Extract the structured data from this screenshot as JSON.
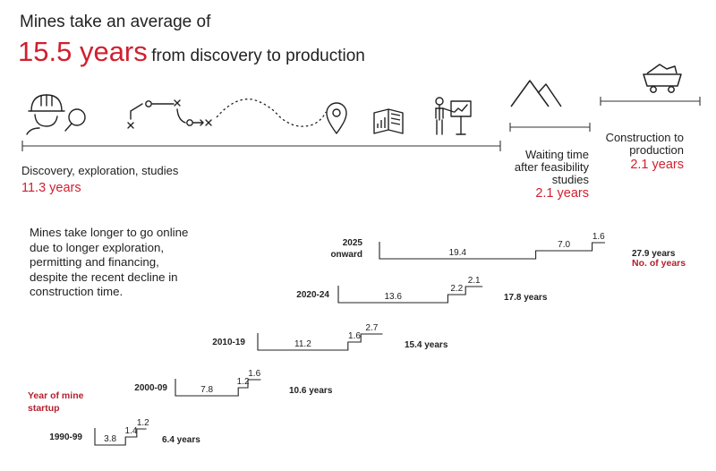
{
  "header": {
    "title_line1": "Mines take an average of",
    "title_highlight": "15.5 years",
    "title_rest": "from discovery to production"
  },
  "phases": [
    {
      "label": "Discovery, exploration, studies",
      "value": "11.3 years"
    },
    {
      "label": "Waiting time after feasibility studies",
      "value": "2.1 years"
    },
    {
      "label": "Construction to production",
      "value": "2.1 years"
    }
  ],
  "icons": [
    "worker-helmet-icon",
    "path-route-icon",
    "winding-path-icon",
    "location-pin-icon",
    "report-book-icon",
    "presentation-icon",
    "mountains-icon",
    "mine-cart-icon"
  ],
  "description": "Mines take longer to go online due to longer exploration, permitting and financing, despite the recent decline in construction time.",
  "legend": {
    "year_label": "Year of mine startup",
    "years_label": "No. of years"
  },
  "colors": {
    "accent": "#d0202f",
    "accent_dark": "#b3202e",
    "text": "#222222"
  },
  "chart_data": {
    "type": "step",
    "series_segments": [
      "Discovery, exploration, studies",
      "Waiting time after feasibility studies",
      "Construction to production"
    ],
    "rows": [
      {
        "period": "1990-99",
        "values": [
          3.8,
          1.4,
          1.2
        ],
        "total_label": "6.4 years"
      },
      {
        "period": "2000-09",
        "values": [
          7.8,
          1.2,
          1.6
        ],
        "total_label": "10.6 years"
      },
      {
        "period": "2010-19",
        "values": [
          11.2,
          1.6,
          2.7
        ],
        "total_label": "15.4 years"
      },
      {
        "period": "2020-24",
        "values": [
          13.6,
          2.2,
          2.1
        ],
        "total_label": "17.8 years"
      },
      {
        "period": "2025 onward",
        "values": [
          19.4,
          7.0,
          1.6
        ],
        "total_label": "27.9 years"
      }
    ]
  }
}
